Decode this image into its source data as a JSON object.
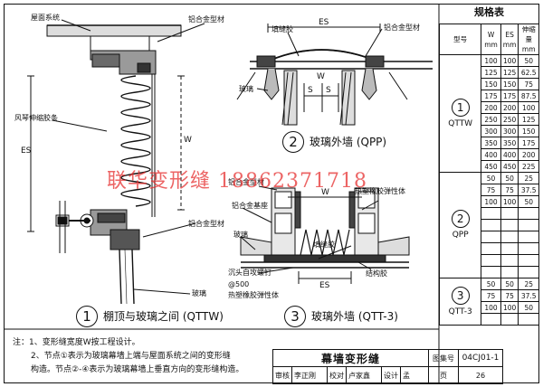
{
  "drawing_title": "幕墙变形缝",
  "details": [
    {
      "number": "1",
      "caption": "棚顶与玻璃之间 (QTTW)"
    },
    {
      "number": "2",
      "caption": "玻璃外墙 (QPP)"
    },
    {
      "number": "3",
      "caption": "玻璃外墙 (QTT-3)"
    }
  ],
  "detail1_labels": {
    "roof_system": "屋面系统",
    "aluminum_profile_top": "铝合金型材",
    "bellows": "风琴伸缩胶条",
    "aluminum_profile_bottom": "铝合金型材",
    "glass": "玻璃",
    "dim_es": "ES",
    "dim_w": "W"
  },
  "detail2_labels": {
    "filler": "填缝胶",
    "aluminum_profile": "铝合金型材",
    "glass": "玻璃",
    "dim_es": "ES",
    "dim_w": "W",
    "dim_s1": "S",
    "dim_s2": "S"
  },
  "detail3_labels": {
    "aluminum_profile": "铝合金型材",
    "hot_rubber_top": "热塑橡胶弹性体",
    "aluminum_base": "铝合金基座",
    "glass": "玻璃",
    "filler": "填缝胶",
    "anchor_screw": "沉头自攻螺钉",
    "spacing": "@500",
    "hot_rubber_bottom": "热塑橡胶弹性体",
    "structure": "结构胶",
    "dim_w": "W",
    "dim_es": "ES"
  },
  "spec_table": {
    "title": "规格表",
    "headers": {
      "type": "型号",
      "w": "W",
      "w_unit": "mm",
      "es": "ES",
      "es_unit": "mm",
      "ext": "伸缩量",
      "ext_unit": "mm"
    },
    "groups": [
      {
        "number": "1",
        "type": "QTTW",
        "rows": [
          [
            "100",
            "100",
            "50"
          ],
          [
            "125",
            "125",
            "62.5"
          ],
          [
            "150",
            "150",
            "75"
          ],
          [
            "175",
            "175",
            "87.5"
          ],
          [
            "200",
            "200",
            "100"
          ],
          [
            "250",
            "250",
            "125"
          ],
          [
            "300",
            "300",
            "150"
          ],
          [
            "350",
            "350",
            "175"
          ],
          [
            "400",
            "400",
            "200"
          ],
          [
            "450",
            "450",
            "225"
          ]
        ]
      },
      {
        "number": "2",
        "type": "QPP",
        "rows": [
          [
            "50",
            "50",
            "25"
          ],
          [
            "75",
            "75",
            "37.5"
          ],
          [
            "100",
            "100",
            "50"
          ],
          [
            "",
            "",
            ""
          ],
          [
            "",
            "",
            ""
          ],
          [
            "",
            "",
            ""
          ],
          [
            "",
            "",
            ""
          ],
          [
            "",
            "",
            ""
          ],
          [
            "",
            "",
            ""
          ]
        ]
      },
      {
        "number": "3",
        "type": "QTT-3",
        "rows": [
          [
            "50",
            "50",
            "25"
          ],
          [
            "75",
            "75",
            "37.5"
          ],
          [
            "100",
            "100",
            "50"
          ],
          [
            "",
            "",
            ""
          ]
        ]
      }
    ]
  },
  "notes": {
    "prefix": "注：",
    "lines": [
      "1、变形缝宽度W按工程设计。",
      "2、节点①表示为玻璃幕墙上端与屋面系统之间的变形缝",
      "构造。节点②-④表示为玻璃幕墙上垂直方向的变形缝构造。"
    ]
  },
  "title_block": {
    "atlas_label": "图集号",
    "atlas_code": "04CJ01-1",
    "review_label": "审核",
    "review_name": "李正刚",
    "check_label": "校对",
    "check_name": "卢家鑫",
    "design_label": "设计",
    "design_name": "孟",
    "page_label": "页",
    "page_number": "26"
  },
  "watermark": "联华变形缝 18862371718"
}
